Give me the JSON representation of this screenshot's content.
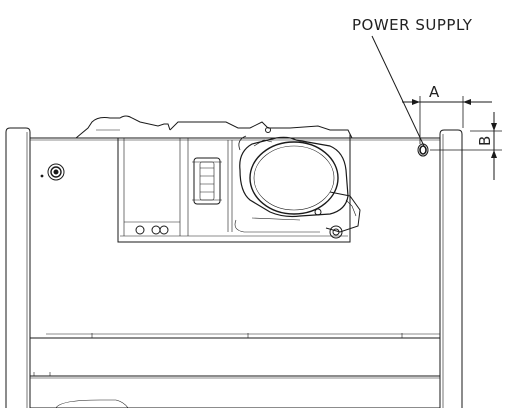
{
  "labels": {
    "power_supply": "POWER SUPPLY",
    "dim_a": "A",
    "dim_b": "B"
  },
  "colors": {
    "line": "#1a1a1a",
    "light_line": "#555555",
    "background": "#ffffff"
  }
}
